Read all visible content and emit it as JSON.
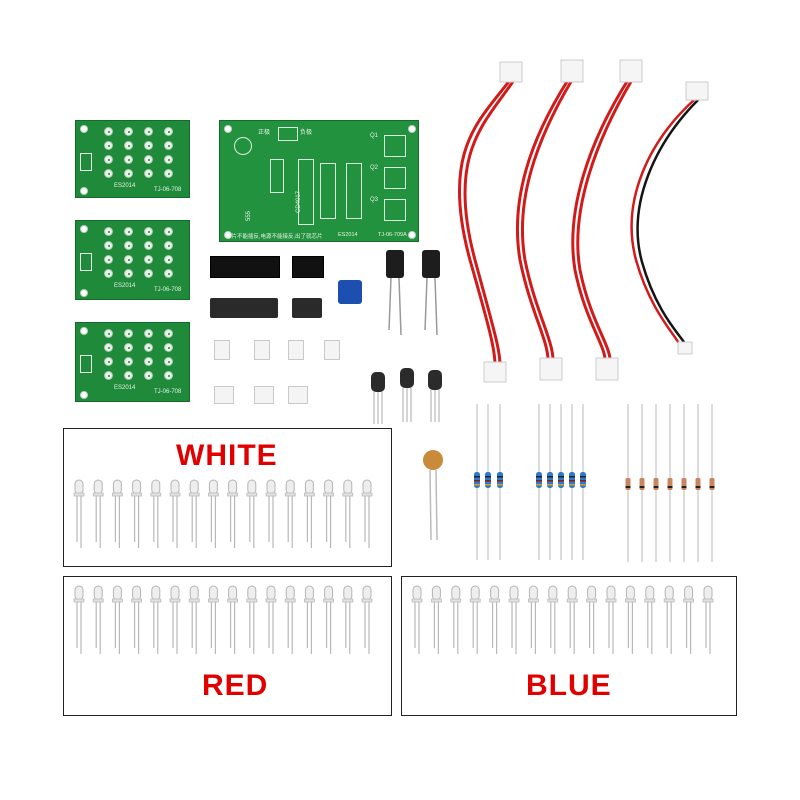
{
  "labels": {
    "white": "WHITE",
    "red": "RED",
    "blue": "BLUE"
  },
  "small_board": {
    "model": "ES2014",
    "date": "TJ-06-708"
  },
  "main_board": {
    "title_left": "正极",
    "title_right": "负极",
    "chip": "CD4017",
    "timer": "555",
    "footer": "芯片不能插反,电源不能接反,出了就芯片",
    "model": "ES2014",
    "date": "TJ-06-709A",
    "transistors": [
      "Q1",
      "Q2",
      "Q3"
    ]
  },
  "colors": {
    "pcb": "#1f8a3a",
    "label_red": "#e00000",
    "wire_red": "#d11a1a",
    "wire_black": "#151515"
  }
}
